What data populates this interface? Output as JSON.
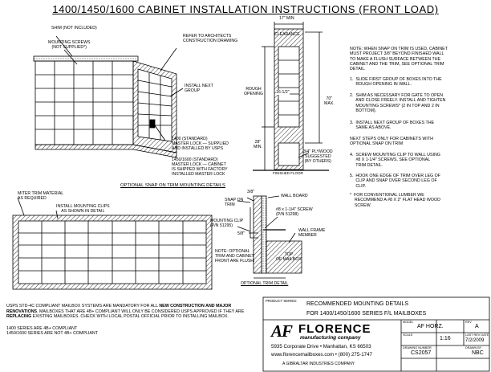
{
  "title": "1400/1450/1600 CABINET INSTALLATION INSTRUCTIONS (FRONT LOAD)",
  "top_diagram": {
    "shim": "SHIM (NOT INCLUDED)",
    "mounting_screws": "MOUNTING SCREWS\n(NOT SUPPLIED*)",
    "refer": "REFER TO ARCHITECTS\nCONSTRUCTION DRAWING",
    "install_next": "INSTALL NEXT\nGROUP",
    "standard": "1400 (STANDARD)\nMASTER LOCK — SUPPLIED\nAND INSTALLED BY USPS",
    "standard2": "1450/1600 (STANDARD)\nMASTER LOCK — CABINET\nIS SHIPPED WITH FACTORY\nINSTALLED MASTER LOCK"
  },
  "side_view": {
    "min17": "17\" MIN",
    "clearance": "CLEARANCE",
    "rough": "ROUGH\nOPENING",
    "dim16": "16-1/2\"",
    "dim70": "70\"\nMAX.",
    "dim28": "28\"\nMIN.",
    "plywood": "3/4\" PLYWOOD\nSUGGESTED\n(BY OTHERS)",
    "floor": "FINISHED FLOOR"
  },
  "notes": {
    "intro": "NOTE: WHEN SNAP ON TRIM IS USED, CABINET\nMUST PROJECT 3/8\" BEYOND FINISHED WALL\nTO MAKE A FLUSH SURFACE BETWEEN THE\nCABINET AND THE TRIM, SEE OPTIONAL TRIM\nDETAIL.",
    "s1": "1.  SLIDE FIRST GROUP OF BOXES INTO THE\n     ROUGH OPENING IN WALL.",
    "s2": "2.  SHIM AS NECESSARY FOR GATE TO OPEN\n     AND CLOSE FREELY. INSTALL AND TIGHTEN\n     MOUNTING SCREWS* (2 IN TOP AND 2 IN\n     BOTTOM).",
    "s3": "3.  INSTALL NEXT GROUP OF BOXES THE\n     SAME AS ABOVE.",
    "next": "NEXT STEPS ONLY FOR CABINETS WITH\nOPTIONAL SNAP ON TRIM",
    "s4": "4.  SCREW MOUNTING CLIP TO WALL USING\n     #8 X 1-1/4\" SCREWS, SEE OPTIONAL\n     TRIM DETAIL.",
    "s5": "5.  HOOK ONE EDGE OF TRIM OVER LEG OF\n     CLIP AND SNAP OVER SECOND LEG OF\n     CLIP.",
    "lumber": "*  FOR CONVENTIONAL LUMBER WE\n    RECOMMEND A #8 X 2\" FLAT HEAD WOOD\n    SCREW."
  },
  "bottom_diagram": {
    "header": "OPTIONAL SNAP ON TRIM MOUNTING DETAILS",
    "miter": "MITER TRIM MATERIAL\nAS REQUIRED",
    "clips": "INSTALL MOUNTING CLIPS\nAS SHOWN IN DETAIL",
    "snap": "SNAP ON\nTRIM",
    "d38": "3/8\"",
    "wallboard": "WALL BOARD",
    "clip": "MOUNTING CLIP\n(P/N 51295)",
    "screw": "#8 x 1-1/4\" SCREW\n(P/N 51298)",
    "d58": "5/8\"",
    "frame": "WALL FRAME\nMEMBER",
    "opt": "NOTE: OPTIONAL\nTRIM AND CABINET\nFRONT ARE FLUSH.",
    "top": "TOP\nOF MAILBOX",
    "detail": "OPTIONAL TRIM DETAIL"
  },
  "footer_left": {
    "p1a": "USPS STD-4C COMPLIANT MAILBOX SYSTEMS ARE MANDATORY FOR ALL ",
    "p1b": "NEW CONSTRUCTION AND MAJOR RENOVATIONS",
    "p1c": ". MAILBOXES THAT ARE 4B+ COMPLIANT WILL ONLY BE CONSIDERED USPS APPROVED IF THEY ARE ",
    "p1d": "REPLACING",
    "p1e": " EXISTING MAILBOXES. CHECK WITH LOCAL POSTAL OFFICIAL PRIOR TO INSTALLING MAILBOX.",
    "p2": "1400 SERIES ARE 4B+ COMPLIANT\n1450/1600 SERIES ARE NOT 4B+ COMPLIANT"
  },
  "title_block": {
    "product_series_label": "PRODUCT SERIES:",
    "line1": "RECOMMENDED MOUNTING DETAILS",
    "line2": "FOR 1400/1450/1600 SERIES F/L MAILBOXES",
    "logo_af": "AF",
    "logo_florence": "FLORENCE",
    "logo_sub": "manufacturing company",
    "address": "5935 Corporate Drive • Manhattan, KS 66503",
    "web": "www.florencemailboxes.com • (800) 275-1747",
    "gibraltar": "A GIBRALTAR INDUSTRIES COMPANY",
    "model_label": "MODEL",
    "model": "AF HORZ.",
    "rev_label": "REV",
    "rev": "A",
    "scale_label": "SCALE",
    "scale": "1:16",
    "last_rev_label": "LAST REV DATE",
    "last_rev": "7/2/2009",
    "drawing_label": "DRAWING NUMBER",
    "drawing": "CS2057",
    "drawn_label": "DRAWN BY",
    "drawn": "NBC"
  }
}
